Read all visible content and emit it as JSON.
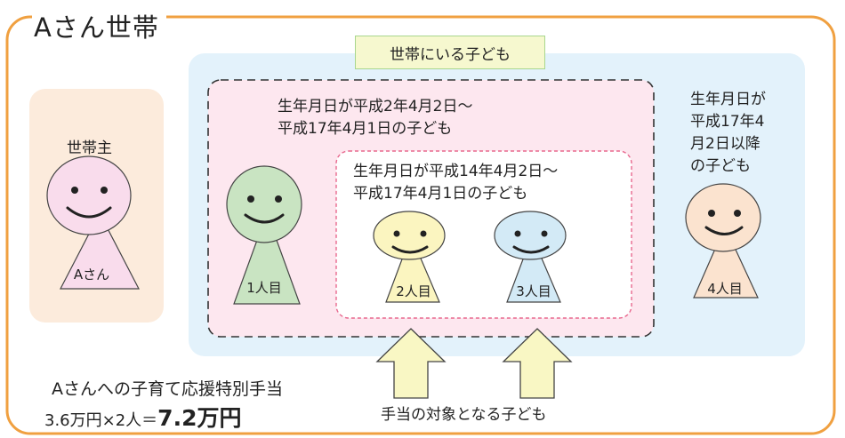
{
  "title": "Aさん世帯",
  "children_tag": "世帯にいる子ども",
  "conditions": {
    "outer_line1": "生年月日が平成2年4月2日～",
    "outer_line2": "平成17年4月1日の子ども",
    "inner_line1": "生年月日が平成14年4月2日～",
    "inner_line2": "平成17年4月1日の子ども",
    "after": [
      "生年月日が",
      "平成17年4",
      "月2日以降",
      "の子ども"
    ]
  },
  "people": {
    "head_title": "世帯主",
    "head": "Aさん",
    "child1": "1人目",
    "child2": "2人目",
    "child3": "3人目",
    "child4": "4人目"
  },
  "target_label": "手当の対象となる子ども",
  "calculation": {
    "line1": "Aさんへの子育て応援特別手当",
    "formula": "3.6万円×2人＝",
    "result": "7.2万円"
  },
  "colors": {
    "frame": "#f0a040",
    "outer_box": "#e3f2fb",
    "head_box": "#fcebdc",
    "pink_zone": "#fde7ef",
    "head_fill": "#f9dcec",
    "child1_fill": "#c9e4c2",
    "child2_fill": "#fbf5c0",
    "child3_fill": "#d3eaf6",
    "child4_fill": "#fbe3cf",
    "arrow_fill": "#f9f7c4"
  }
}
